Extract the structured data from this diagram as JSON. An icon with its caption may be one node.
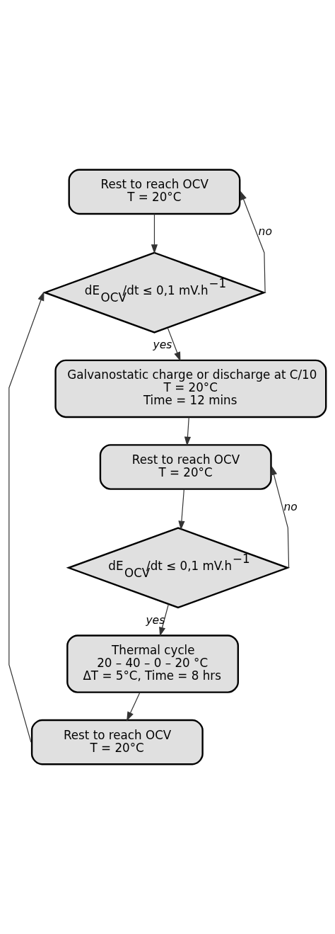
{
  "diagram": {
    "nodes": [
      {
        "text": [
          "Rest to reach OCV",
          "T = 20°C"
        ]
      },
      {
        "text": [
          "dE$_{OCV}$/dt ≤ 0,1 mV.h$^{−1}$"
        ]
      },
      {
        "text": [
          "Galvanostatic charge or discharge at C/10",
          "T = 20°C",
          "Time = 12 mins"
        ]
      },
      {
        "text": [
          "Rest to reach OCV",
          "T = 20°C"
        ]
      },
      {
        "text": [
          "dE$_{OCV}$/dt ≤ 0,1 mV.h$^{−1}$"
        ]
      },
      {
        "text": [
          "Thermal cycle",
          "20 – 40 – 0 – 20 °C",
          "ΔT = 5°C, Time = 8 hrs"
        ]
      },
      {
        "text": [
          "Rest to reach OCV",
          "T = 20°C"
        ]
      }
    ],
    "edges": [
      {
        "from": 0,
        "to": 1,
        "arrow": "to"
      },
      {
        "from": 1,
        "to": 0,
        "arrow": "to",
        "label": "no"
      },
      {
        "from": 1,
        "to": 2,
        "arrow": "to",
        "label": "yes"
      },
      {
        "from": 2,
        "to": 3,
        "arrow": "to"
      },
      {
        "from": 3,
        "to": 4,
        "arrow": "to"
      },
      {
        "from": 4,
        "to": 3,
        "arrow": "to",
        "label": "no"
      },
      {
        "from": 4,
        "to": 5,
        "arrow": "to",
        "label": "yes"
      },
      {
        "from": 5,
        "to": 6,
        "arrow": "to"
      },
      {
        "from": 6,
        "to": 1,
        "arrow": "to"
      }
    ]
  }
}
